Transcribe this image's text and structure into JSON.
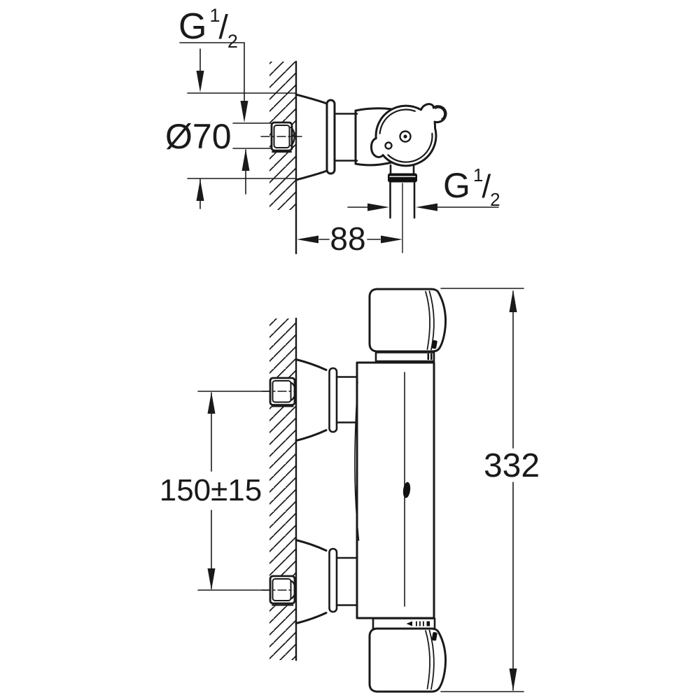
{
  "drawing": {
    "type": "technical-dimension-drawing",
    "subject": "wall-mounted thermostatic shower mixer, side view and front view",
    "background_color": "#ffffff",
    "line_color": "#1a1a1a"
  },
  "dimensions": {
    "top_inlet_thread": {
      "prefix": "G",
      "numerator": "1",
      "slash": "/",
      "denominator": "2"
    },
    "outlet_thread": {
      "prefix": "G",
      "numerator": "1",
      "slash": "/",
      "denominator": "2"
    },
    "escutcheon_diameter": "Ø70",
    "wall_to_outlet_center": "88",
    "inlet_connection_spacing": "150±15",
    "overall_height": "332"
  }
}
